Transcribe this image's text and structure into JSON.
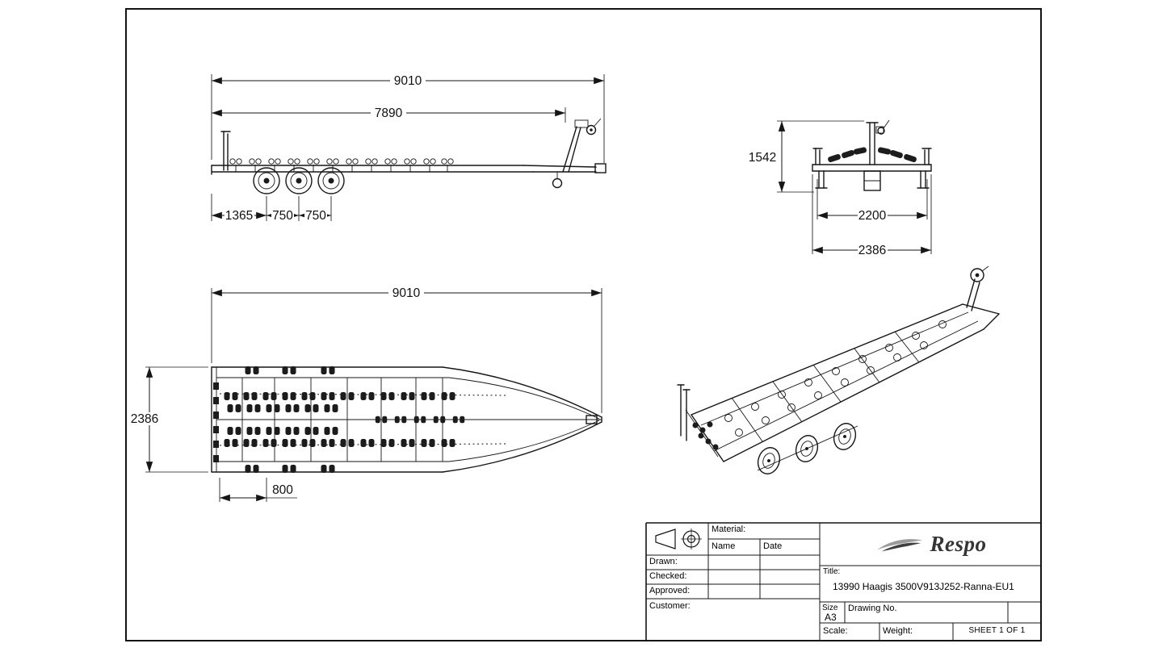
{
  "drawing": {
    "views": {
      "side": {
        "dim_total_length": "9010",
        "dim_frame_length": "7890",
        "dim_rear_to_axle1": "1365",
        "dim_axle_spacing_1": "750",
        "dim_axle_spacing_2": "750"
      },
      "front": {
        "dim_height": "1542",
        "dim_inner_width": "2200",
        "dim_overall_width": "2386"
      },
      "top": {
        "dim_total_length": "9010",
        "dim_overall_width": "2386",
        "dim_offset": "800"
      }
    }
  },
  "title_block": {
    "material_label": "Material:",
    "name_header": "Name",
    "date_header": "Date",
    "drawn_label": "Drawn:",
    "checked_label": "Checked:",
    "approved_label": "Approved:",
    "customer_label": "Customer:",
    "logo_text": "Respo",
    "title_label": "Title:",
    "title_value": "13990 Haagis 3500V913J252-Ranna-EU1",
    "size_label": "Size",
    "size_value": "A3",
    "drawing_no_label": "Drawing No.",
    "scale_label": "Scale:",
    "weight_label": "Weight:",
    "sheet_label": "SHEET 1 OF 1"
  }
}
